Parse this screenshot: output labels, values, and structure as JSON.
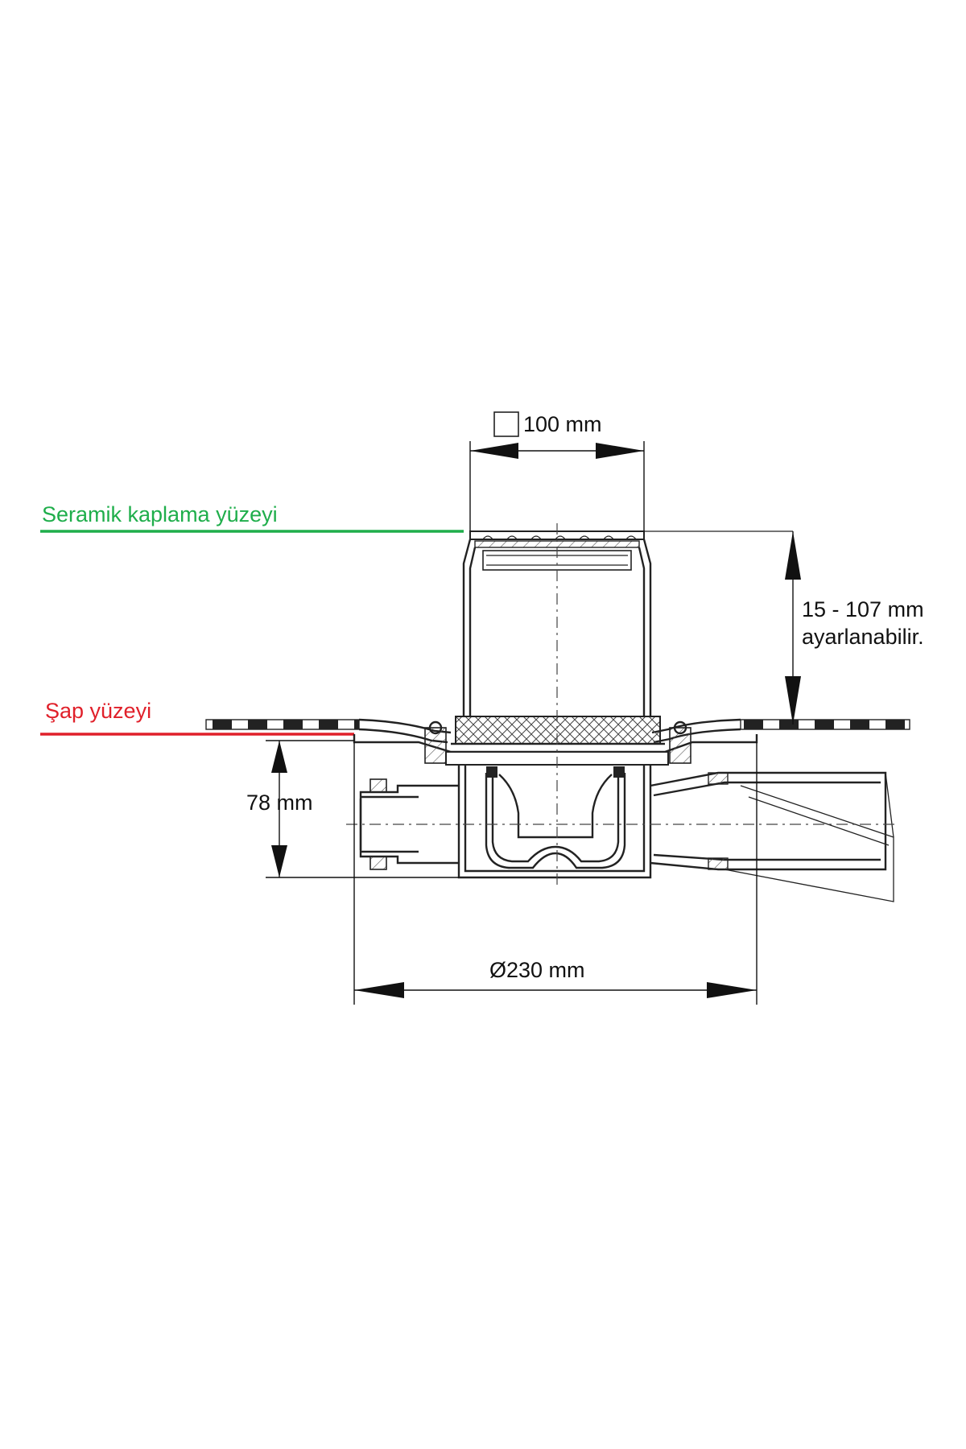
{
  "labels": {
    "ceramic_surface": "Seramik kaplama yüzeyi",
    "screed_surface": "Şap yüzeyi",
    "grate_size": "100 mm",
    "adjustable_range": "15 - 107 mm",
    "adjustable_note": "ayarlanabilir.",
    "outlet_height": "78 mm",
    "flange_diameter": "Ø230 mm"
  },
  "colors": {
    "ceramic_line": "#1fae4b",
    "screed_line": "#e0202a",
    "drawing": "#222222"
  }
}
